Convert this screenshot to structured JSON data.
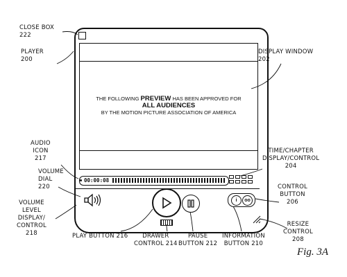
{
  "display": {
    "line1_pre": "THE FOLLOWING",
    "line1_bold": "PREVIEW",
    "line1_post": "HAS BEEN APPROVED FOR",
    "line2": "ALL AUDIENCES",
    "line3": "BY THE MOTION PICTURE ASSOCIATION OF AMERICA"
  },
  "timecode": "00:00:08",
  "info_buttons": {
    "info": "i",
    "glasses": "oo"
  },
  "labels": {
    "close_box": "CLOSE BOX\n222",
    "player": "PLAYER\n200",
    "display_window": "DISPLAY WINDOW\n202",
    "audio_icon": "AUDIO\nICON\n217",
    "volume_dial": "VOLUME\nDIAL\n220",
    "volume_level": "VOLUME\nLEVEL\nDISPLAY/\nCONTROL\n218",
    "time_chapter": "TIME/CHAPTER\nDISPLAY/CONTROL\n204",
    "control_button": "CONTROL\nBUTTON\n206",
    "resize_control": "RESIZE\nCONTROL\n208",
    "play_button": "PLAY BUTTON 216",
    "drawer_control": "DRAWER\nCONTROL 214",
    "pause_button": "PAUSE\nBUTTON 212",
    "information_button": "INFORMATION\nBUTTON 210"
  },
  "figure_label": "Fig. 3A"
}
